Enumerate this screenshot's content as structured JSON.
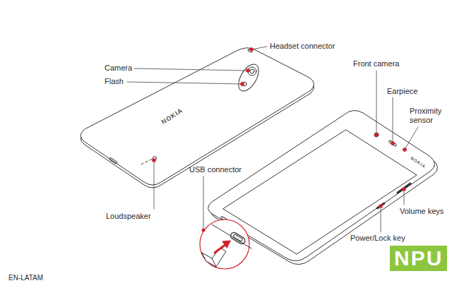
{
  "diagram": {
    "labels": [
      "Headset connector",
      "Camera",
      "Flash",
      "NOKIA",
      "Front camera",
      "Earpiece",
      "Proximity sensor",
      "NOKIA",
      "USB connector",
      "Volume keys",
      "Loudspeaker",
      "Power/Lock key",
      "EN-LATAM",
      "NPU"
    ]
  }
}
